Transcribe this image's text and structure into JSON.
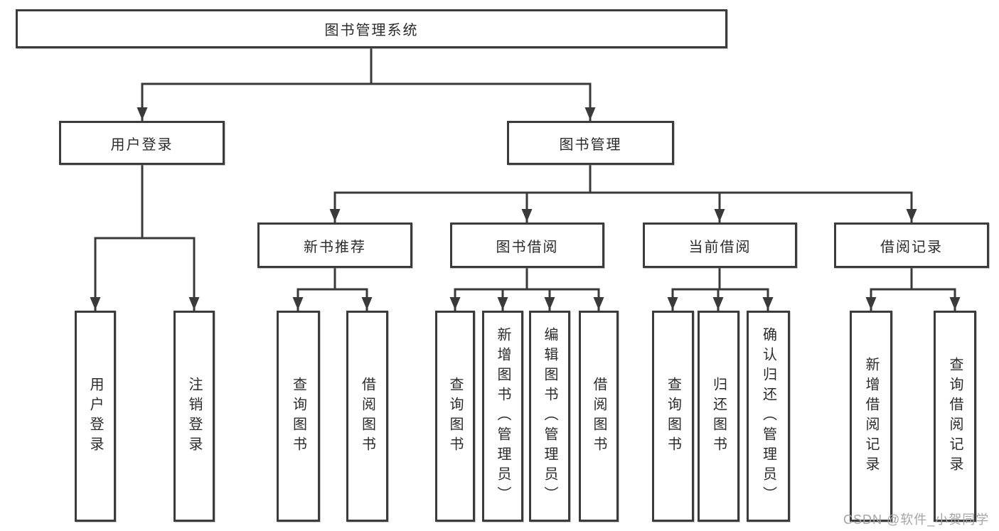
{
  "diagram": {
    "title": "图书管理系统",
    "root": {
      "label": "图书管理系统"
    },
    "branches": [
      {
        "label": "用户登录"
      },
      {
        "label": "图书管理"
      }
    ],
    "modules": [
      {
        "label": "新书推荐"
      },
      {
        "label": "图书借阅"
      },
      {
        "label": "当前借阅"
      },
      {
        "label": "借阅记录"
      }
    ],
    "leaves": [
      {
        "parent": "用户登录",
        "label": "用户登录"
      },
      {
        "parent": "用户登录",
        "label": "注销登录"
      },
      {
        "parent": "新书推荐",
        "label": "查询图书"
      },
      {
        "parent": "新书推荐",
        "label": "借阅图书"
      },
      {
        "parent": "图书借阅",
        "label": "查询图书"
      },
      {
        "parent": "图书借阅",
        "label": "新增图书（管理员）"
      },
      {
        "parent": "图书借阅",
        "label": "编辑图书（管理员）"
      },
      {
        "parent": "图书借阅",
        "label": "借阅图书"
      },
      {
        "parent": "当前借阅",
        "label": "查询图书"
      },
      {
        "parent": "当前借阅",
        "label": "归还图书"
      },
      {
        "parent": "当前借阅",
        "label": "确认归还（管理员）"
      },
      {
        "parent": "借阅记录",
        "label": "新增借阅记录"
      },
      {
        "parent": "借阅记录",
        "label": "查询借阅记录"
      }
    ]
  },
  "watermark": "CSDN @软件_小贺同学",
  "colors": {
    "line": "#3a3a3a",
    "box_border": "#3b3b3b",
    "text": "#2b2b2b",
    "background": "#ffffff",
    "watermark": "#a5a5a5"
  }
}
